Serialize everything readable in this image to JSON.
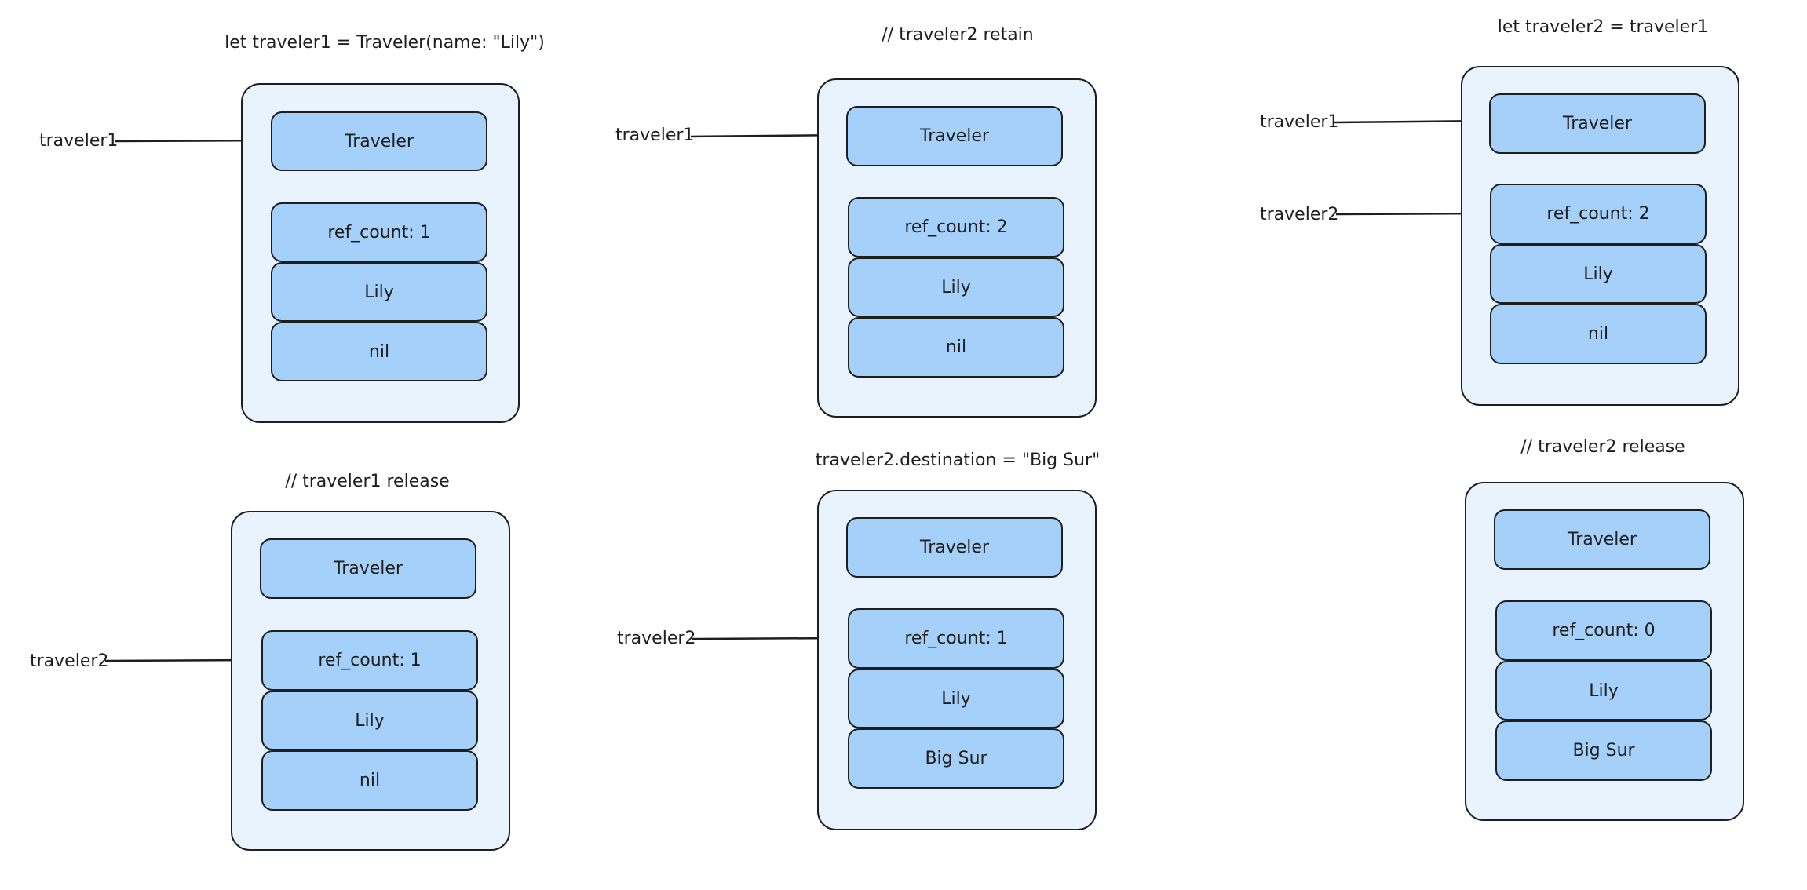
{
  "panels": [
    {
      "title": "let traveler1 = Traveler(name: \"Lily\")",
      "cells": [
        "Traveler",
        "ref_count: 1",
        "Lily",
        "nil"
      ],
      "pointers": [
        {
          "label": "traveler1",
          "target": "Traveler"
        }
      ]
    },
    {
      "title": "// traveler2 retain",
      "cells": [
        "Traveler",
        "ref_count: 2",
        "Lily",
        "nil"
      ],
      "pointers": [
        {
          "label": "traveler1",
          "target": "Traveler"
        }
      ]
    },
    {
      "title": "let traveler2 = traveler1",
      "cells": [
        "Traveler",
        "ref_count: 2",
        "Lily",
        "nil"
      ],
      "pointers": [
        {
          "label": "traveler1",
          "target": "Traveler"
        },
        {
          "label": "traveler2",
          "target": "ref_count: 2"
        }
      ]
    },
    {
      "title": "// traveler1 release",
      "cells": [
        "Traveler",
        "ref_count: 1",
        "Lily",
        "nil"
      ],
      "pointers": [
        {
          "label": "traveler2",
          "target": "ref_count: 1"
        }
      ]
    },
    {
      "title": "traveler2.destination = \"Big Sur\"",
      "cells": [
        "Traveler",
        "ref_count: 1",
        "Lily",
        "Big Sur"
      ],
      "pointers": [
        {
          "label": "traveler2",
          "target": "ref_count: 1"
        }
      ]
    },
    {
      "title": "// traveler2 release",
      "cells": [
        "Traveler",
        "ref_count: 0",
        "Lily",
        "Big Sur"
      ],
      "pointers": []
    }
  ],
  "colors": {
    "object_fill": "#e9f3fd",
    "cell_fill": "#a5d0fa",
    "stroke": "#1e1e1e"
  }
}
